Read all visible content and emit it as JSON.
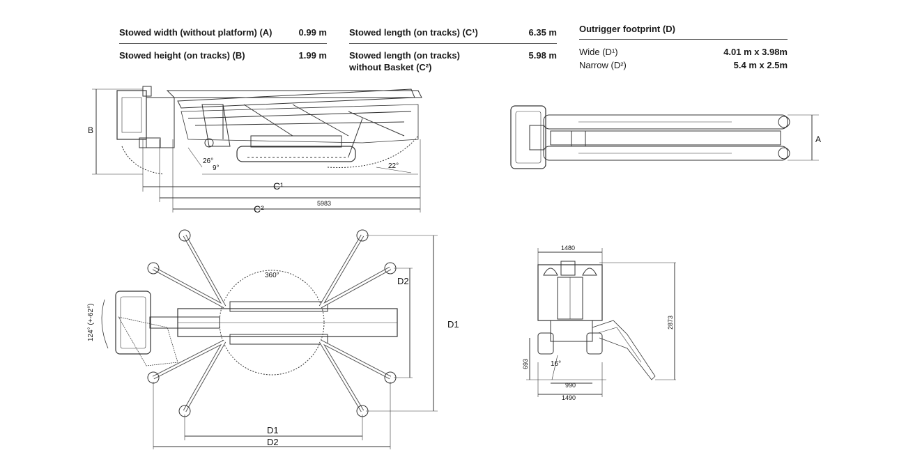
{
  "specs": {
    "width_label": "Stowed width (without platform) (A)",
    "width_value": "0.99 m",
    "height_label": "Stowed height (on tracks) (B)",
    "height_value": "1.99 m",
    "length_c1_label": "Stowed length (on tracks) (C¹)",
    "length_c1_value": "6.35 m",
    "length_c2_label_line1": "Stowed length (on tracks)",
    "length_c2_label_line2": "without Basket (C²)",
    "length_c2_value": "5.98 m",
    "footprint_title": "Outrigger footprint (D)",
    "wide_label": "Wide (D¹)",
    "wide_value": "4.01 m x 3.98m",
    "narrow_label": "Narrow (D²)",
    "narrow_value": "5.4 m x 2.5m"
  },
  "drawing_labels": {
    "b": "B",
    "a": "A",
    "c1": "C¹",
    "c2": "C²",
    "len_5983": "5983",
    "angle_26": "26°",
    "angle_9": "9°",
    "angle_22": "22°",
    "angle_360": "360°",
    "rot_label": "124° (+-62°)",
    "d1": "D1",
    "d2": "D2",
    "w1480": "1480",
    "h2873": "2873",
    "h693": "693",
    "angle_16": "16°",
    "w990": "990",
    "w1490": "1490"
  }
}
